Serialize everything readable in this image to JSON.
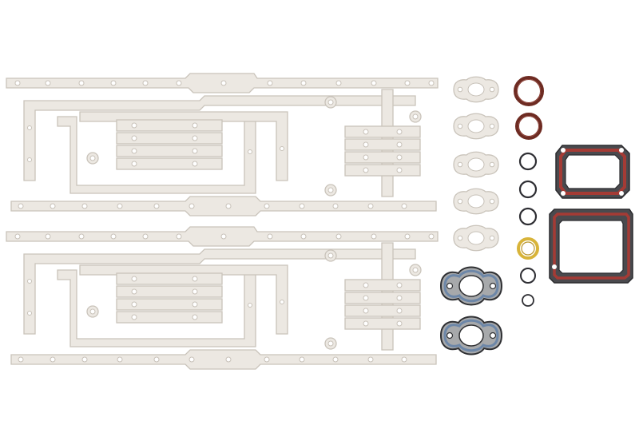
{
  "image": {
    "subject": "",
    "background": "#ffffff"
  },
  "colors": {
    "paper_gasket": "#ece8e2",
    "paper_edge": "#c9c3ba",
    "rubber_ring": "#6e2b22",
    "dark_ring": "#2e2e33",
    "brass_ring": "#d8b43a",
    "blue_seal": "#6d87a8",
    "red_sealant": "#a43b35",
    "steel": "#9a9a98"
  },
  "parts": {
    "pan_gasket_sets": 2,
    "paper_exhaust_gaskets": 5,
    "steel_exhaust_gaskets": 2,
    "brown_o_rings": 2,
    "black_o_rings": 5,
    "brass_seal_rings": 1,
    "cover_gaskets": 2
  }
}
